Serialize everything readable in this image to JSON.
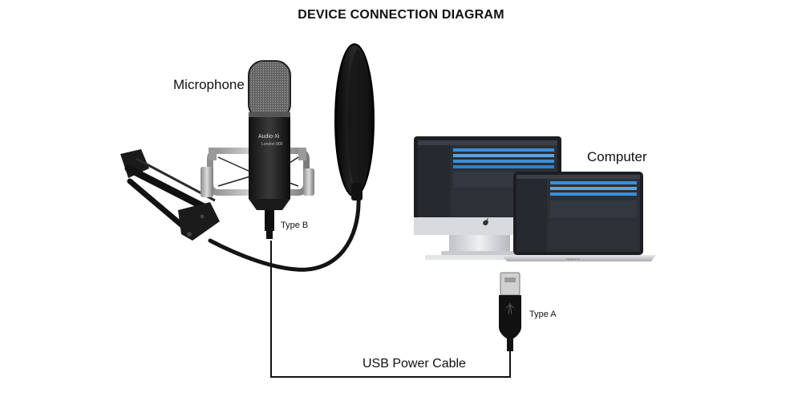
{
  "title": "DEVICE CONNECTION DIAGRAM",
  "labels": {
    "microphone": "Microphone",
    "computer": "Computer",
    "type_b": "Type B",
    "type_a": "Type A",
    "cable": "USB Power Cable"
  },
  "mic_brand": "Audio-Xi",
  "mic_model": "London 800",
  "laptop_brand": "MacBook Air",
  "colors": {
    "cable": "#111111",
    "mic_body": "#1c1c1c",
    "grille": "#8a8a8a",
    "shock_mount": "#b8b8b8",
    "screen_bg": "#2b2f36",
    "screen_accent": "#3a8fd6"
  }
}
